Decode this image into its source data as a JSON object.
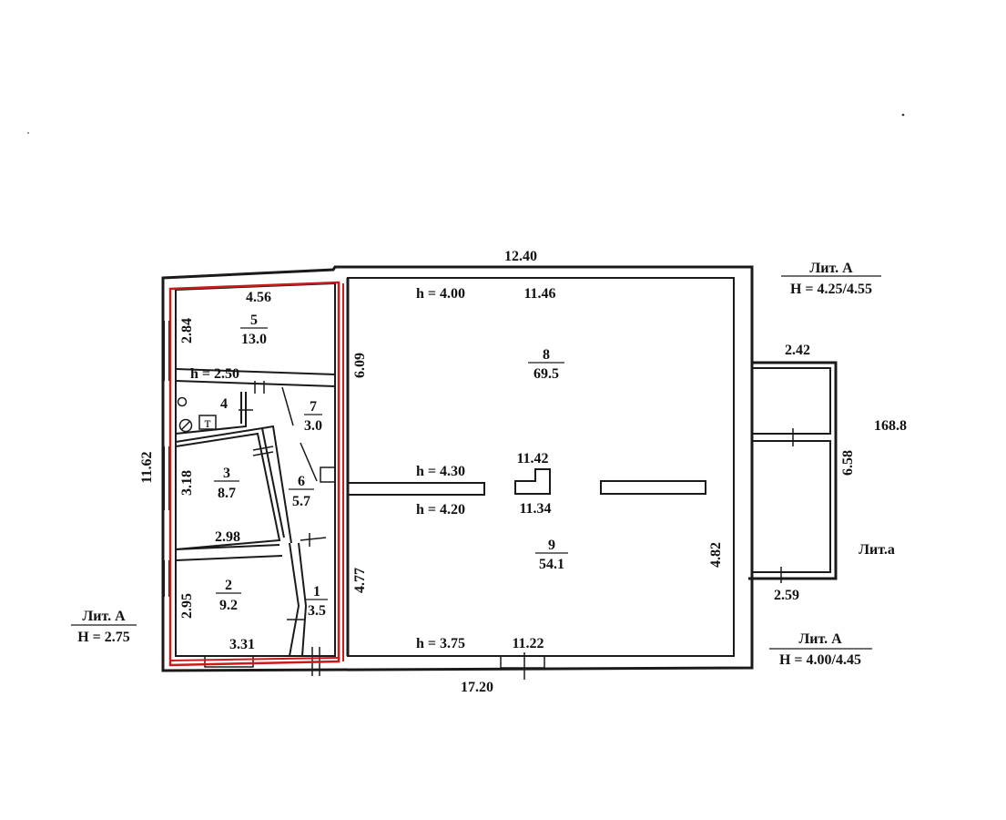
{
  "dims": {
    "top_total": "12.40",
    "bottom_total": "17.20",
    "left_total": "11.62",
    "room8_top": "11.46",
    "room5_top": "4.56",
    "room5_left": "2.84",
    "room3_left": "3.18",
    "room3_bottom": "2.98",
    "room2_left": "2.95",
    "room2_bottom": "3.31",
    "inner_left_upper": "6.09",
    "inner_left_lower": "4.77",
    "center_upper": "11.42",
    "center_lower": "11.34",
    "room9_right": "4.82",
    "room9_bottom": "11.22",
    "annex_top": "2.42",
    "annex_right": "6.58",
    "annex_bottom": "2.59",
    "annex_area": "168.8"
  },
  "heights": {
    "h_room8": "h = 4.00",
    "h_room5": "h = 2.50",
    "h_mid_upper": "h = 4.30",
    "h_mid_lower": "h = 4.20",
    "h_bottom": "h = 3.75"
  },
  "rooms": [
    {
      "num": "5",
      "area": "13.0"
    },
    {
      "num": "4",
      "area": ""
    },
    {
      "num": "7",
      "area": "3.0"
    },
    {
      "num": "3",
      "area": "8.7"
    },
    {
      "num": "6",
      "area": "5.7"
    },
    {
      "num": "2",
      "area": "9.2"
    },
    {
      "num": "1",
      "area": "3.5"
    },
    {
      "num": "8",
      "area": "69.5"
    },
    {
      "num": "9",
      "area": "54.1"
    }
  ],
  "titles": {
    "lit_a_top_title": "Лит. А",
    "lit_a_top_h": "H = 4.25/4.55",
    "lit_a_left_title": "Лит. А",
    "lit_a_left_h": "H = 2.75",
    "lit_a_bottom_title": "Лит. А",
    "lit_a_bottom_h": "H = 4.00/4.45",
    "lit_a_small": "Лит.а"
  },
  "symbols": {
    "meter_letter": "т"
  },
  "colors": {
    "walls": "#1a1a1a",
    "highlight": "#cc1a1a"
  }
}
